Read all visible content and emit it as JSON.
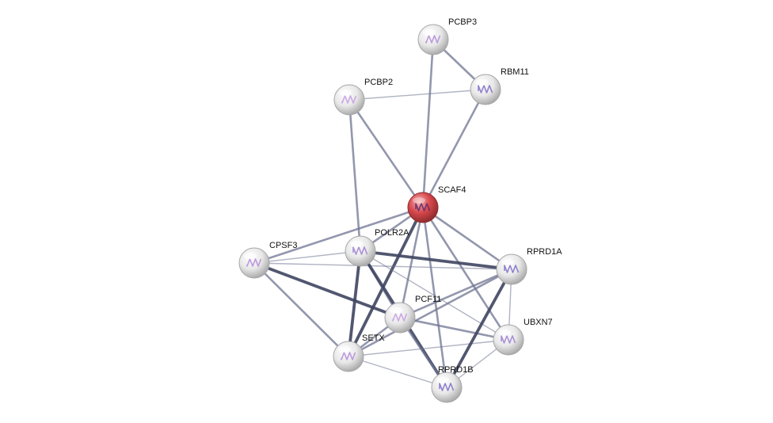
{
  "network": {
    "nodes": [
      {
        "id": "SCAF4",
        "label": "SCAF4",
        "query": true
      },
      {
        "id": "PCBP3",
        "label": "PCBP3"
      },
      {
        "id": "RBM11",
        "label": "RBM11"
      },
      {
        "id": "PCBP2",
        "label": "PCBP2"
      },
      {
        "id": "POLR2A",
        "label": "POLR2A"
      },
      {
        "id": "CPSF3",
        "label": "CPSF3"
      },
      {
        "id": "RPRD1A",
        "label": "RPRD1A"
      },
      {
        "id": "PCF11",
        "label": "PCF11"
      },
      {
        "id": "UBXN7",
        "label": "UBXN7"
      },
      {
        "id": "SETX",
        "label": "SETX"
      },
      {
        "id": "RPRD1B",
        "label": "RPRD1B"
      }
    ],
    "edges": [
      {
        "source": "PCBP3",
        "target": "SCAF4",
        "strength": "medium"
      },
      {
        "source": "PCBP3",
        "target": "RBM11",
        "strength": "medium"
      },
      {
        "source": "PCBP2",
        "target": "RBM11",
        "strength": "weak"
      },
      {
        "source": "PCBP2",
        "target": "SCAF4",
        "strength": "medium"
      },
      {
        "source": "PCBP2",
        "target": "POLR2A",
        "strength": "medium"
      },
      {
        "source": "RBM11",
        "target": "SCAF4",
        "strength": "medium"
      },
      {
        "source": "SCAF4",
        "target": "CPSF3",
        "strength": "medium"
      },
      {
        "source": "SCAF4",
        "target": "POLR2A",
        "strength": "medium"
      },
      {
        "source": "SCAF4",
        "target": "PCF11",
        "strength": "medium"
      },
      {
        "source": "SCAF4",
        "target": "SETX",
        "strength": "strong"
      },
      {
        "source": "SCAF4",
        "target": "RPRD1A",
        "strength": "medium"
      },
      {
        "source": "SCAF4",
        "target": "UBXN7",
        "strength": "medium"
      },
      {
        "source": "SCAF4",
        "target": "RPRD1B",
        "strength": "medium"
      },
      {
        "source": "CPSF3",
        "target": "POLR2A",
        "strength": "weak"
      },
      {
        "source": "CPSF3",
        "target": "RPRD1A",
        "strength": "weak"
      },
      {
        "source": "CPSF3",
        "target": "PCF11",
        "strength": "strong"
      },
      {
        "source": "CPSF3",
        "target": "SETX",
        "strength": "medium"
      },
      {
        "source": "POLR2A",
        "target": "RPRD1A",
        "strength": "strong"
      },
      {
        "source": "POLR2A",
        "target": "PCF11",
        "strength": "medium"
      },
      {
        "source": "POLR2A",
        "target": "SETX",
        "strength": "strong"
      },
      {
        "source": "POLR2A",
        "target": "RPRD1B",
        "strength": "strong"
      },
      {
        "source": "POLR2A",
        "target": "UBXN7",
        "strength": "weak"
      },
      {
        "source": "PCF11",
        "target": "RPRD1A",
        "strength": "medium"
      },
      {
        "source": "PCF11",
        "target": "UBXN7",
        "strength": "medium"
      },
      {
        "source": "PCF11",
        "target": "RPRD1B",
        "strength": "medium"
      },
      {
        "source": "PCF11",
        "target": "SETX",
        "strength": "medium"
      },
      {
        "source": "SETX",
        "target": "RPRD1A",
        "strength": "medium"
      },
      {
        "source": "SETX",
        "target": "UBXN7",
        "strength": "weak"
      },
      {
        "source": "SETX",
        "target": "RPRD1B",
        "strength": "weak"
      },
      {
        "source": "RPRD1A",
        "target": "RPRD1B",
        "strength": "strong"
      },
      {
        "source": "RPRD1A",
        "target": "UBXN7",
        "strength": "weak"
      },
      {
        "source": "UBXN7",
        "target": "RPRD1B",
        "strength": "weak"
      }
    ]
  },
  "colors": {
    "node_fill": "#e6e6e6",
    "node_stroke": "#a6a6a6",
    "query_fill": "#d7494d",
    "query_stroke": "#8e2a2d",
    "edge": "#6f7491",
    "edge_strong": "#3f4560",
    "label": "#111111"
  }
}
